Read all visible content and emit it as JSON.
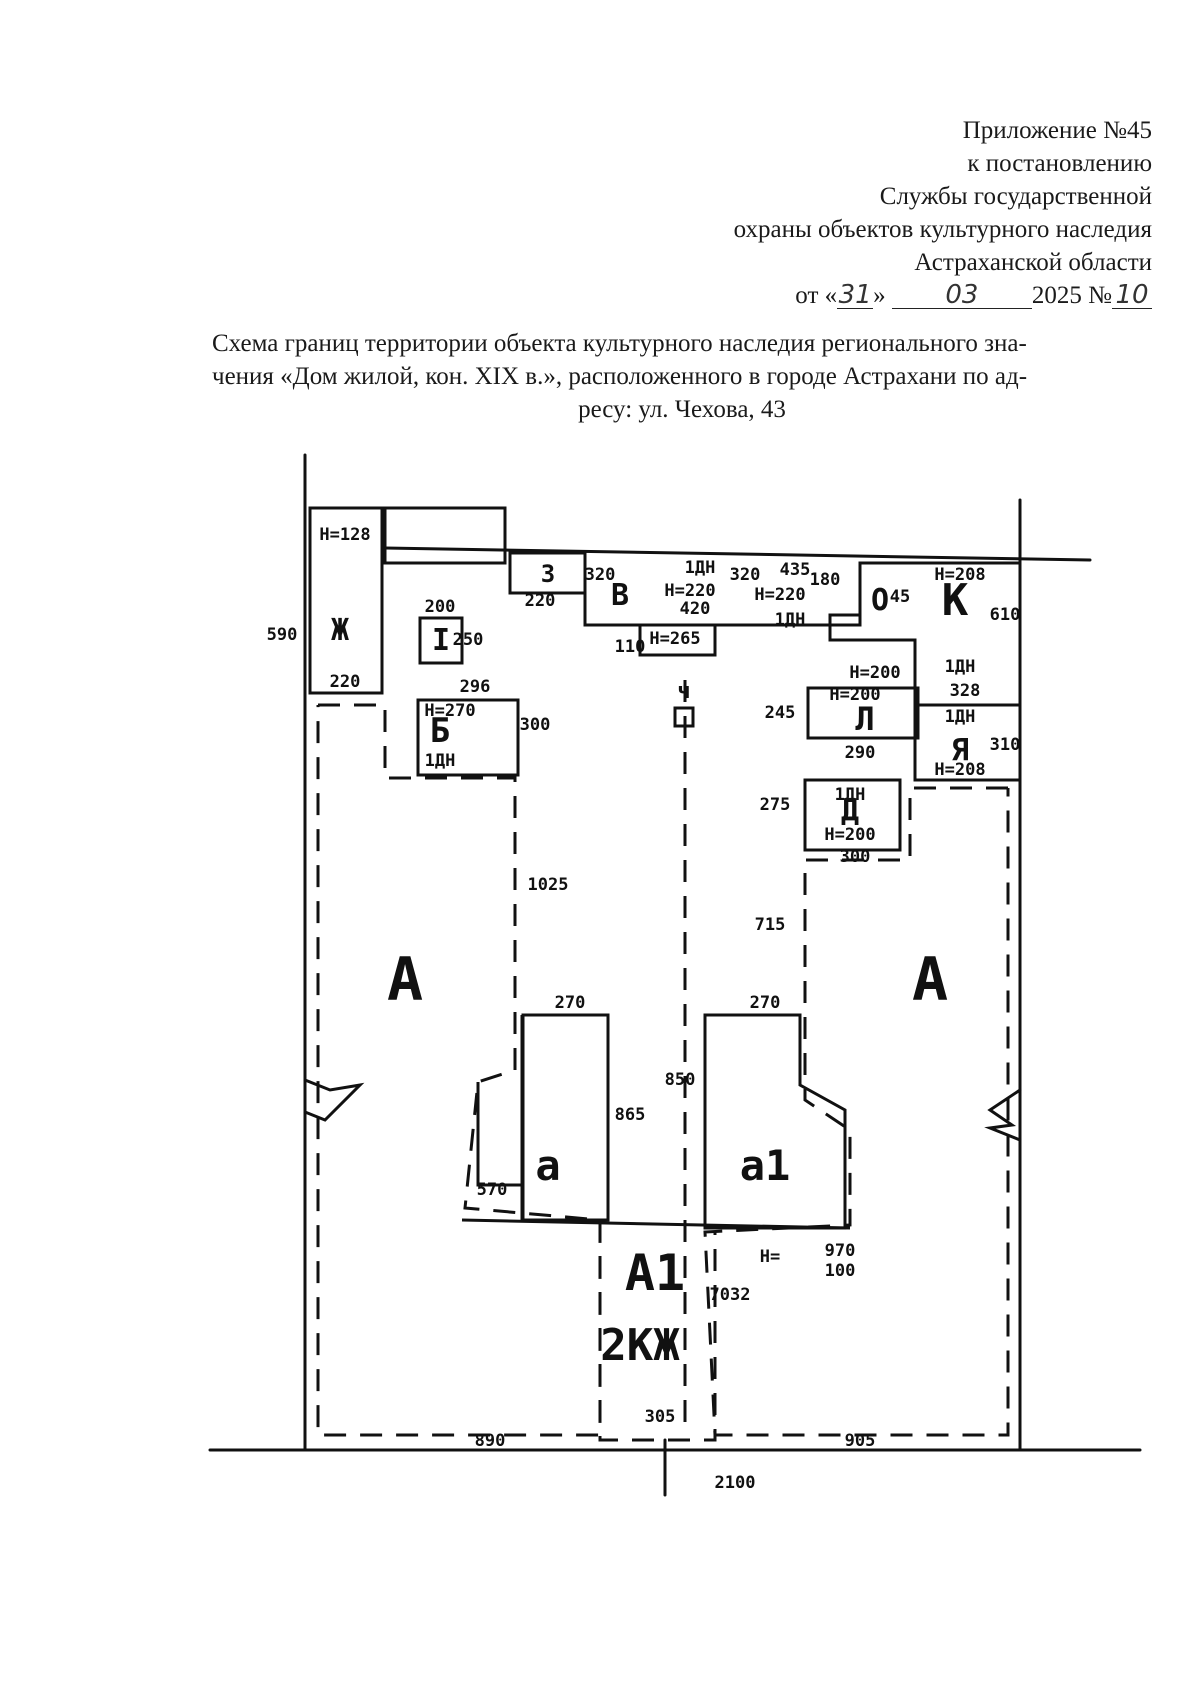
{
  "appendix": {
    "line1": "Приложение №45",
    "line2": "к постановлению",
    "line3": "Службы государственной",
    "line4": "охраны объектов культурного наследия",
    "line5": "Астраханской области",
    "date_prefix": "от «",
    "day": "31",
    "date_mid": "»",
    "month": "03",
    "year_no": "2025 №",
    "number": "10"
  },
  "title": {
    "line1": "Схема границ территории объекта культурного наследия регионального зна-",
    "line2": "чения «Дом жилой, кон. XIX в.», расположенного в городе Астрахани по ад-",
    "line3": "ресу: ул. Чехова, 43"
  },
  "plan": {
    "lbl_A_left": "А",
    "lbl_A_right": "А",
    "lbl_A1": "А1",
    "lbl_2kzh": "2КЖ",
    "lbl_a": "а",
    "lbl_a1": "а1",
    "lbl_V": "В",
    "lbl_B": "Б",
    "lbl_K": "К",
    "lbl_O": "О",
    "lbl_L": "Л",
    "lbl_D": "Д",
    "lbl_R": "Я",
    "lbl_I": "I",
    "lbl_Zh": "Ж",
    "lbl_Z": "З",
    "lbl_ch": "ч",
    "lbl_1dn_1": "1ДН",
    "lbl_1dn_2": "1ДН",
    "lbl_1dn_3": "1ДН",
    "lbl_1dn_4": "1ДН",
    "lbl_1dn_5": "1ДН",
    "lbl_1dn_6": "1ДН",
    "h_208": "Н=208",
    "h_220_v": "Н=220",
    "h_220_i": "Н=220",
    "h_200_o": "Н=200",
    "h_200_l": "Н=200",
    "h_200_d": "Н=200",
    "h_208_r": "Н=208",
    "h_270": "Н=270",
    "h_265": "Н=265",
    "h_128": "Н=128",
    "n_200": "200",
    "n_250": "250",
    "n_296": "296",
    "n_220_top": "220",
    "n_220_left": "220",
    "n_320_v": "320",
    "n_420": "420",
    "n_435": "435",
    "n_320_i": "320",
    "n_180": "180",
    "n_245": "245",
    "n_290": "290",
    "n_275": "275",
    "n_300_b": "300",
    "n_300_d": "300",
    "n_1025": "1025",
    "n_715": "715",
    "n_270_l": "270",
    "n_270_r": "270",
    "n_865": "865",
    "n_850": "850",
    "n_970": "970",
    "n_100": "100",
    "n_7032": "7032",
    "n_890": "890",
    "n_305": "305",
    "n_905": "905",
    "n_2100": "2100",
    "n_610": "610",
    "n_328": "328",
    "n_310": "310",
    "n_590": "590",
    "n_570": "570",
    "n_45": "45",
    "n_110": "110",
    "lbl_h_ratio": "Н="
  }
}
